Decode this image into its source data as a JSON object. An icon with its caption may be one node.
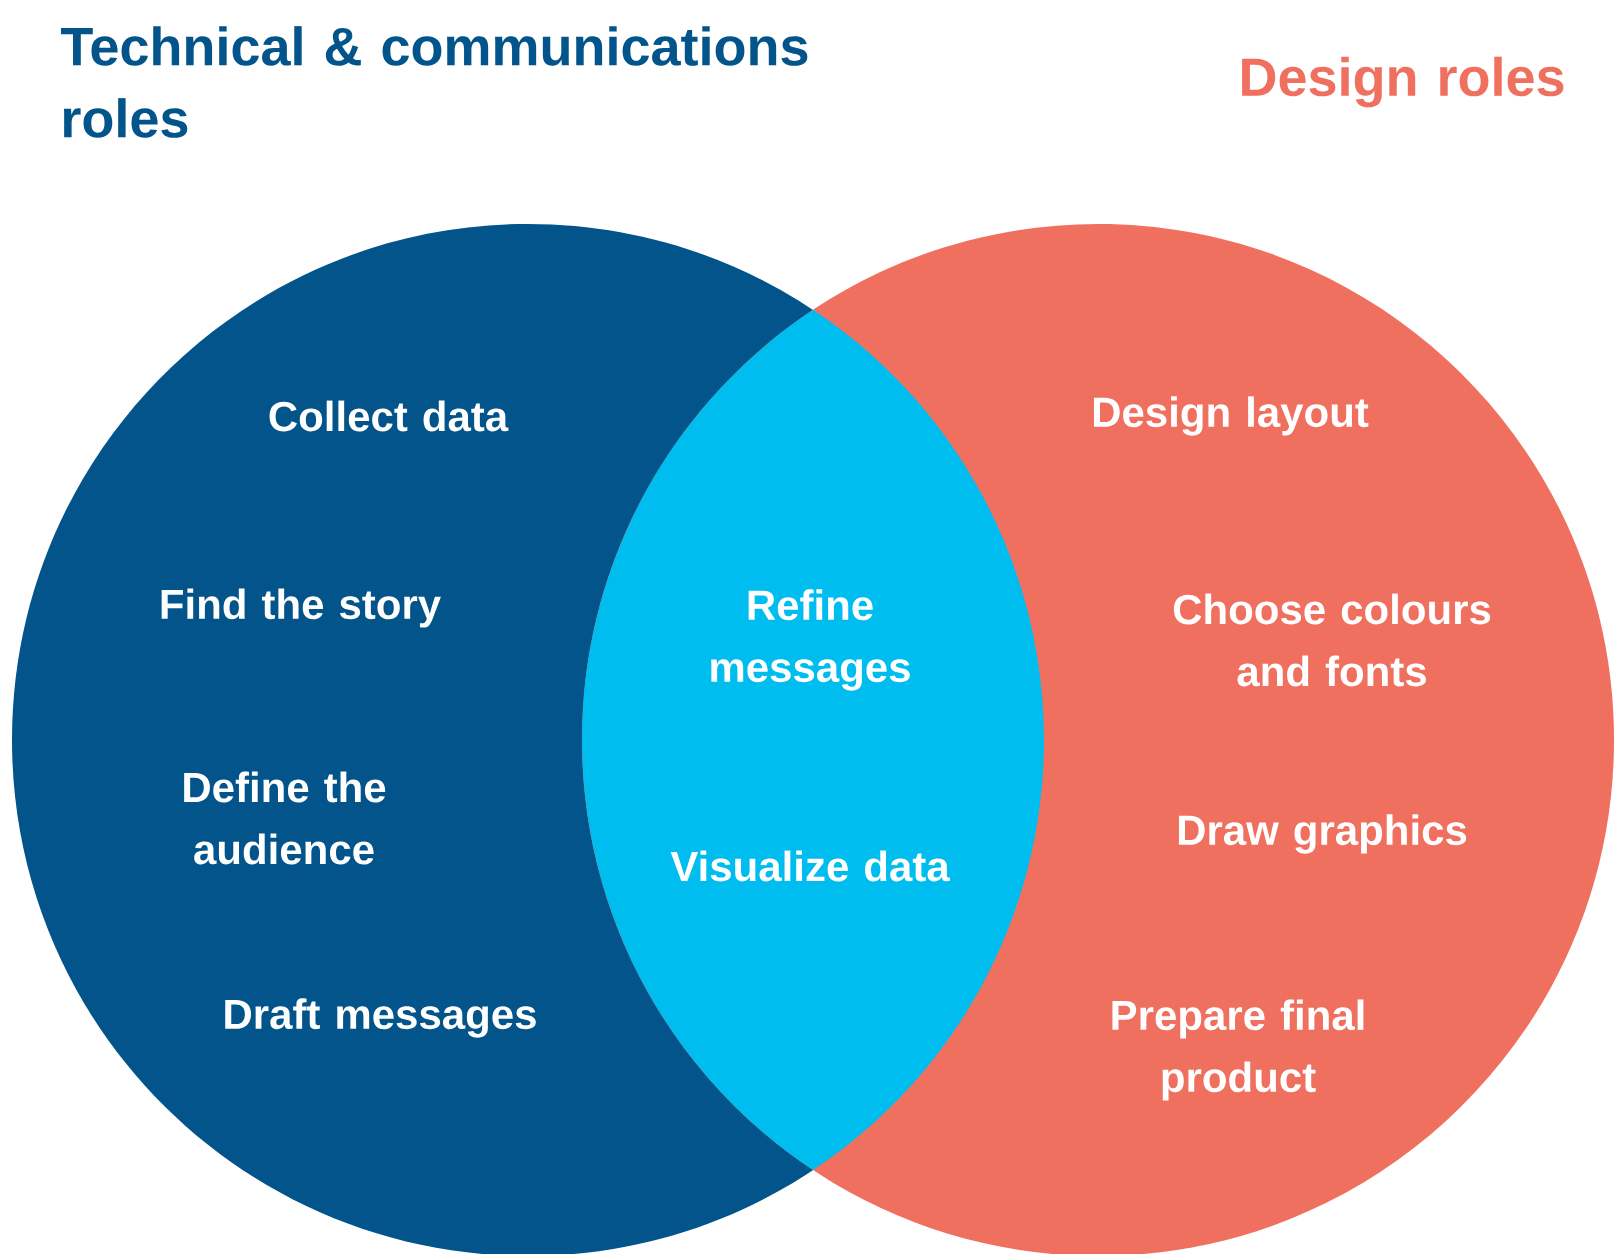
{
  "diagram": {
    "nodes": [
      {
        "text": [
          "Technical & communications roles",
          "Collect data",
          "Find the story",
          "Define the audience",
          "Draft messages"
        ]
      },
      {
        "text": [
          "Design roles",
          "Design layout",
          "Choose colours and fonts",
          "Draw graphics",
          "Prepare final product"
        ]
      },
      {
        "text": [
          "Refine messages",
          "Visualize data"
        ]
      }
    ]
  }
}
